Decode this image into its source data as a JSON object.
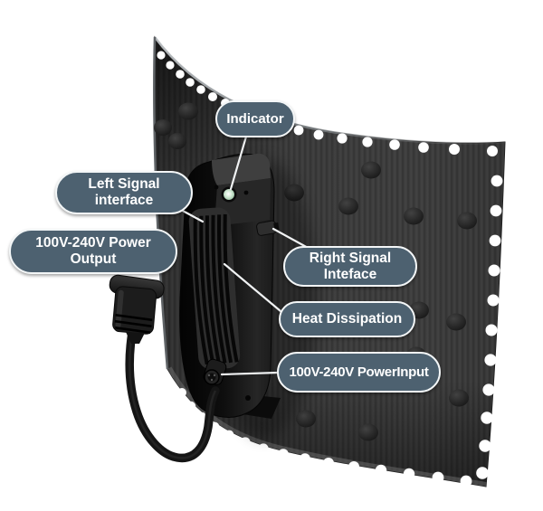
{
  "callouts": [
    {
      "id": "indicator",
      "label": "Indicator"
    },
    {
      "id": "left-signal-interface",
      "label": "Left Signal interface"
    },
    {
      "id": "power-output",
      "label": "100V-240V Power Output"
    },
    {
      "id": "right-signal-interface",
      "label": "Right Signal Inteface"
    },
    {
      "id": "heat-dissipation",
      "label": "Heat Dissipation"
    },
    {
      "id": "power-input",
      "label": "100V-240V PowerInput"
    }
  ],
  "colors": {
    "background": "#ffffff",
    "pill-bg": "#4d6170",
    "pill-border": "#f3f6f7",
    "pill-text": "#ffffff",
    "leader-line": "#f1f3f4",
    "panel-dark": "#3a3a3a",
    "led-green": "#a8dcb2"
  },
  "graphics": {
    "panel": "flexible-led-panel-rear",
    "box": "control-box",
    "led": "indicator-led",
    "fins": "heat-dissipation-fins",
    "cable": "power-cable",
    "plug": "dc-power-plug",
    "holes": "mounting-holes",
    "bumps": "magnet-bumps"
  }
}
